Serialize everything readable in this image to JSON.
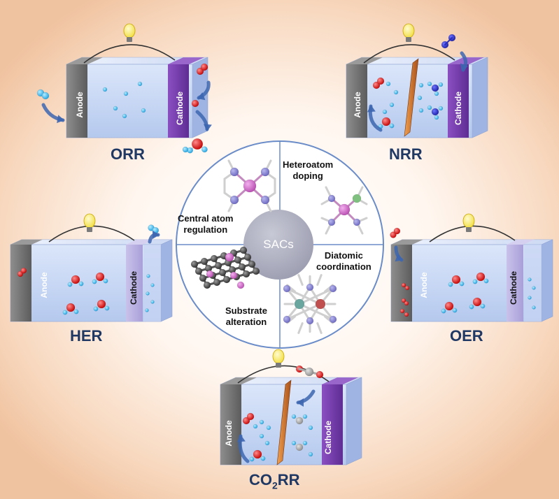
{
  "center": {
    "label": "SACs",
    "strategies": {
      "central_atom": {
        "line1": "Central atom",
        "line2": "regulation"
      },
      "heteroatom": {
        "line1": "Heteroatom",
        "line2": "doping"
      },
      "diatomic": {
        "line1": "Diatomic",
        "line2": "coordination"
      },
      "substrate": {
        "line1": "Substrate",
        "line2": "alteration"
      }
    }
  },
  "panels": {
    "orr": {
      "title": "ORR",
      "anode": "Anode",
      "cathode": "Cathode"
    },
    "nrr": {
      "title": "NRR",
      "anode": "Anode",
      "cathode": "Cathode"
    },
    "her": {
      "title": "HER",
      "anode": "Anode",
      "cathode": "Cathode"
    },
    "oer": {
      "title": "OER",
      "anode": "Anode",
      "cathode": "Cathode"
    },
    "co2rr": {
      "title_prefix": "CO",
      "title_subscript": "2",
      "title_suffix": "RR",
      "anode": "Anode",
      "cathode": "Cathode"
    }
  },
  "colors": {
    "title": "#1f3864",
    "anode": "#6e6e6e",
    "cathode_dark": "#6a3aa3",
    "cathode_light": "#b8b0e2",
    "oxygen": "#d40000",
    "hydrogen": "#2aa8e6",
    "nitrogen": "#1a1ea8",
    "carbon": "#9a9a9a",
    "membrane": "#c0682a",
    "circle_border": "#6a8cc8",
    "sacs_core": "#a9aabb"
  }
}
